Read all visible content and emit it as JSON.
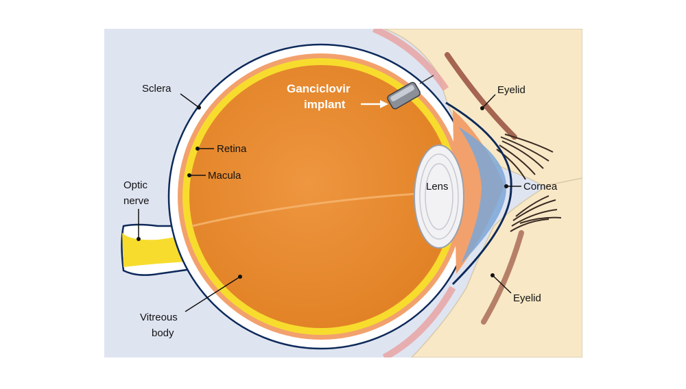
{
  "colors": {
    "background_panel": "#dfe4f1",
    "eyeball": "#e98a2c",
    "retina": "#f7dc2e",
    "sclera": "#ffffff",
    "choroid": "#f2a16d",
    "eyelid": "#f8e8c6",
    "cornea": "#7ba7d7",
    "lens": "#f2f2f4"
  },
  "labels": {
    "sclera": "Sclera",
    "retina": "Retina",
    "macula": "Macula",
    "optic_nerve_1": "Optic",
    "optic_nerve_2": "nerve",
    "vitreous_1": "Vitreous",
    "vitreous_2": "body",
    "implant_1": "Ganciclovir",
    "implant_2": "implant",
    "lens": "Lens",
    "cornea": "Cornea",
    "eyelid_upper": "Eyelid",
    "eyelid_lower": "Eyelid"
  }
}
